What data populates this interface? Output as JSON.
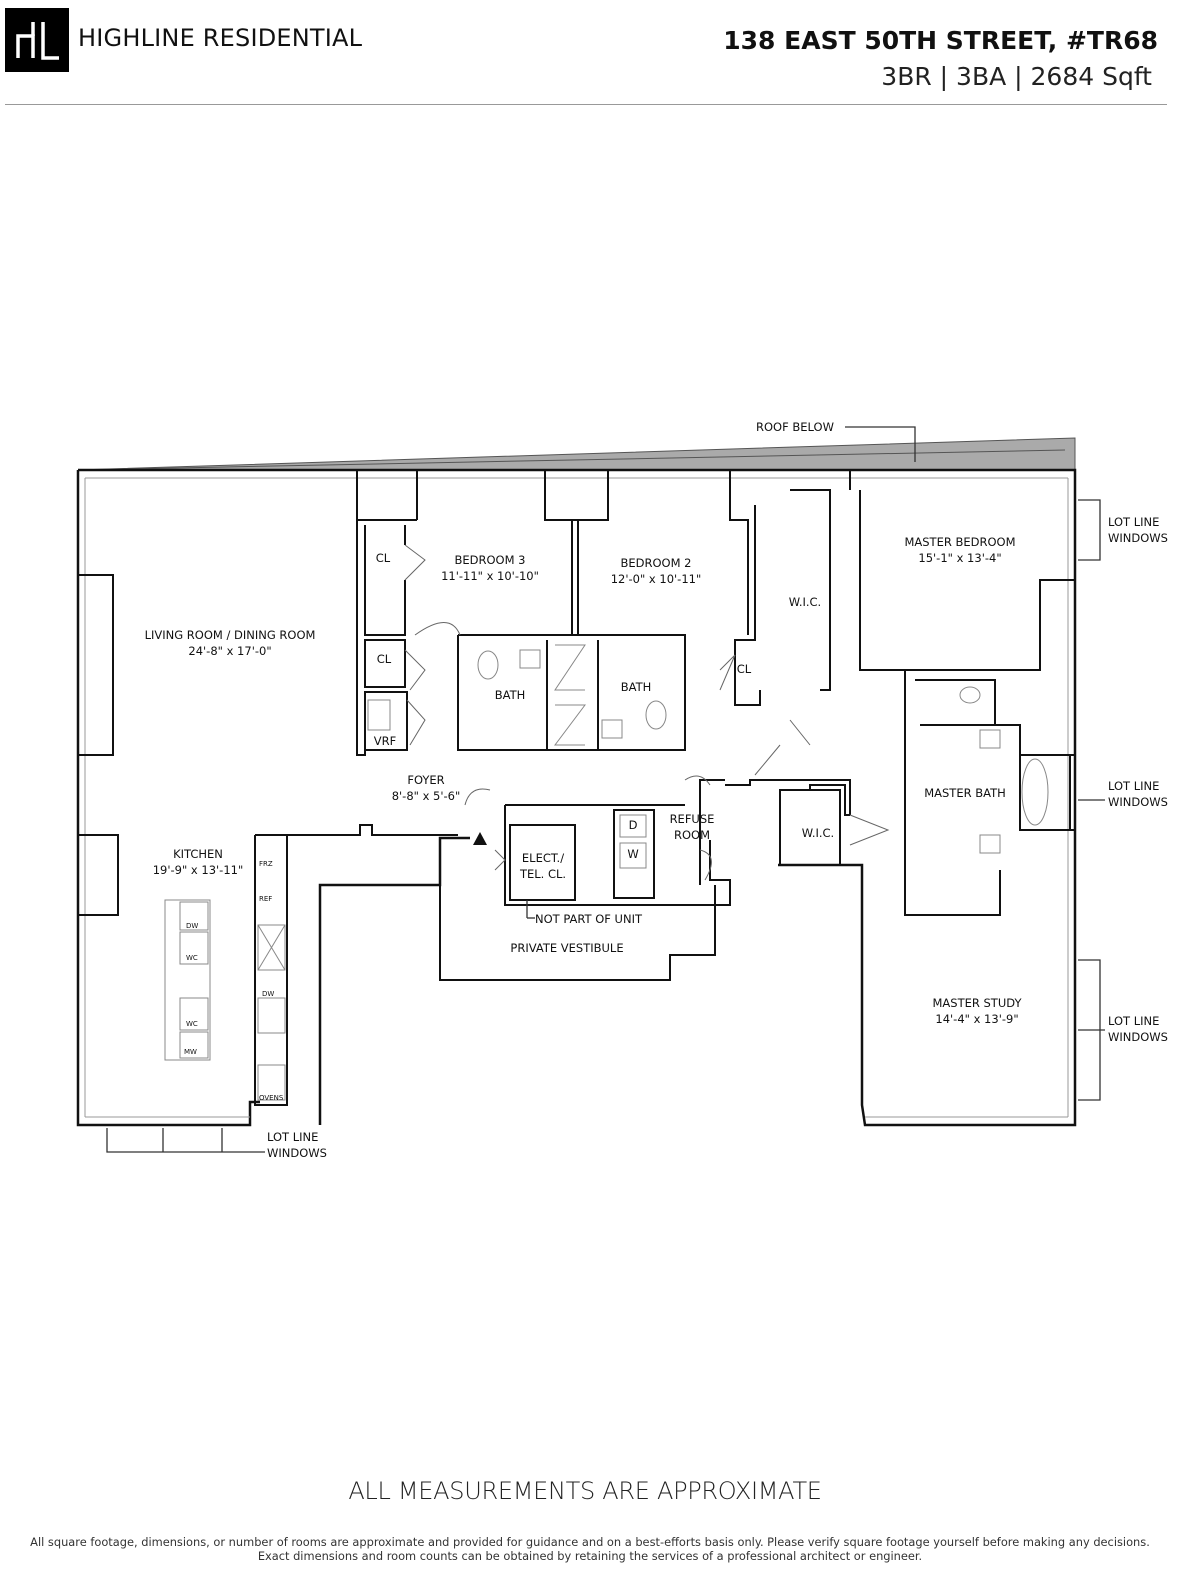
{
  "header": {
    "logo_text": "HL",
    "brand": "HIGHLINE RESIDENTIAL",
    "address": "138 EAST 50TH STREET, #TR68",
    "specs": "3BR | 3BA | 2684 Sqft"
  },
  "floorplan": {
    "annotations": {
      "roof_below": "ROOF BELOW",
      "lot_line_1": "LOT LINE",
      "lot_line_2": "WINDOWS",
      "not_part_of_unit": "NOT PART OF UNIT"
    },
    "rooms": [
      {
        "name": "LIVING ROOM / DINING ROOM",
        "dims": "24'-8\" x 17'-0\""
      },
      {
        "name": "BEDROOM 3",
        "dims": "11'-11\" x 10'-10\""
      },
      {
        "name": "BEDROOM 2",
        "dims": "12'-0\" x 10'-11\""
      },
      {
        "name": "MASTER BEDROOM",
        "dims": "15'-1\" x 13'-4\""
      },
      {
        "name": "FOYER",
        "dims": "8'-8\" x 5'-6\""
      },
      {
        "name": "KITCHEN",
        "dims": "19'-9\" x 13'-11\""
      },
      {
        "name": "MASTER STUDY",
        "dims": "14'-4\" x 13'-9\""
      }
    ],
    "labels": {
      "cl": "CL",
      "vrf": "VRF",
      "bath": "BATH",
      "wic": "W.I.C.",
      "master_bath": "MASTER BATH",
      "refuse_1": "REFUSE",
      "refuse_2": "ROOM",
      "elect_1": "ELECT./",
      "elect_2": "TEL. CL.",
      "private_vestibule": "PRIVATE VESTIBULE",
      "dryer": "D",
      "washer": "W"
    },
    "appliances": {
      "frz": "FRZ",
      "ref": "REF",
      "dw": "DW",
      "wc": "WC",
      "mw": "MW",
      "ovens": "OVENS"
    }
  },
  "footer": {
    "title": "ALL MEASUREMENTS ARE APPROXIMATE",
    "disclaimer": "All square footage, dimensions, or number of rooms are approximate and provided for guidance and on a best-efforts basis only. Please verify square footage yourself before making any decisions. Exact dimensions and room counts can be obtained by retaining the services of a professional architect or engineer."
  }
}
